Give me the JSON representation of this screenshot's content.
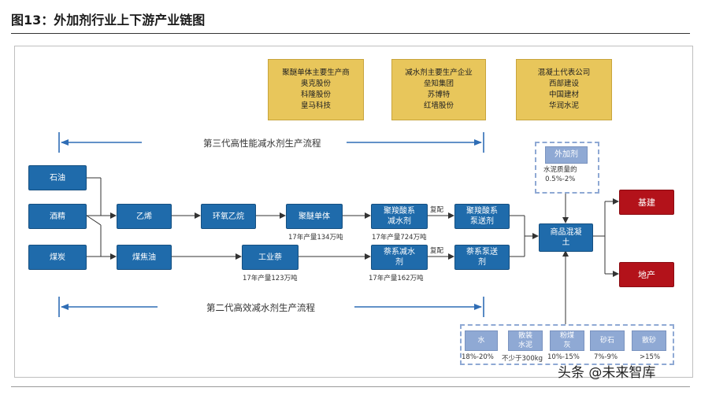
{
  "figure_title": "图13：外加剂行业上下游产业链图",
  "producers": {
    "polyether_monomer": [
      "聚醚单体主要生产商",
      "奥克股份",
      "科隆股份",
      "皇马科技"
    ],
    "water_reducer": [
      "减水剂主要生产企业",
      "垒知集团",
      "苏博特",
      "红墙股份"
    ],
    "concrete": [
      "混凝土代表公司",
      "西部建设",
      "中国建材",
      "华润水泥"
    ]
  },
  "flows": {
    "third_gen": "第三代高性能减水剂生产流程",
    "second_gen": "第二代高效减水剂生产流程"
  },
  "raw": {
    "oil": "石油",
    "alcohol": "酒精",
    "coal": "煤炭"
  },
  "mid": {
    "ethylene": "乙烯",
    "coal_tar": "煤焦油",
    "epoxy": "环氧乙烷",
    "polyether": "聚醚单体",
    "naphthalene": "工业萘"
  },
  "reducers": {
    "pce": [
      "聚羧酸系",
      "减水剂"
    ],
    "nsf": [
      "萘系减水",
      "剂"
    ],
    "pce_pump": [
      "聚羧酸系",
      "泵送剂"
    ],
    "nsf_pump": [
      "萘系泵送",
      "剂"
    ]
  },
  "compound": [
    "复配",
    "复配"
  ],
  "outputs": {
    "polyether": "17年产量134万吨",
    "pce": "17年产量724万吨",
    "naphthalene": "17年产量123万吨",
    "nsf": "17年产量162万吨"
  },
  "concrete_box": [
    "商品混凝",
    "土"
  ],
  "admixture": {
    "label": "外加剂",
    "note": [
      "水泥质量的",
      "0.5%-2%"
    ]
  },
  "end_uses": {
    "infra": "基建",
    "property": "地产"
  },
  "materials": [
    {
      "name": [
        "水"
      ],
      "ratio": "18%-20%"
    },
    {
      "name": [
        "散装",
        "水泥"
      ],
      "ratio": "不少于300kg"
    },
    {
      "name": [
        "粉煤",
        "灰"
      ],
      "ratio": "10%-15%"
    },
    {
      "name": [
        "砂石"
      ],
      "ratio": "7%-9%"
    },
    {
      "name": [
        "散砂"
      ],
      "ratio": ">15%"
    }
  ],
  "watermark": "头条 @未来智库",
  "colors": {
    "box_blue": "#1f6bab",
    "gold": "#e8c65b",
    "red": "#b3121a",
    "light_blue": "#8fa9d4"
  }
}
